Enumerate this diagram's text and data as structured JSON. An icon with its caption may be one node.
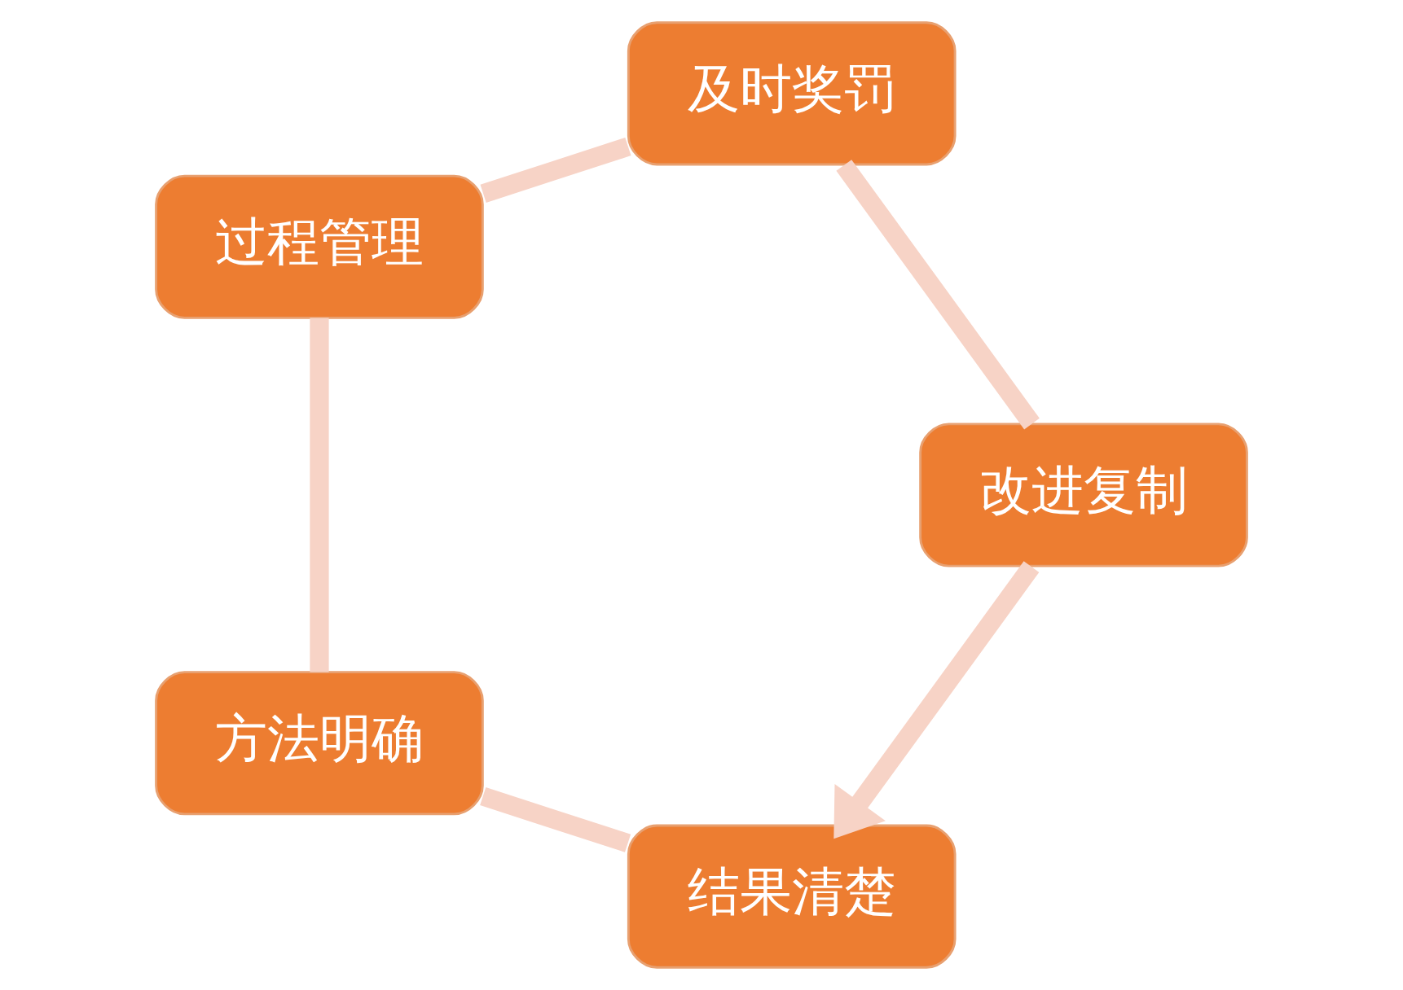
{
  "diagram": {
    "nodes": [
      {
        "text": [
          "结果清楚"
        ]
      },
      {
        "text": [
          "方法明确"
        ]
      },
      {
        "text": [
          "过程管理"
        ]
      },
      {
        "text": [
          "及时奖罚"
        ]
      },
      {
        "text": [
          "改进复制"
        ]
      }
    ],
    "edges": [
      {
        "from": 0,
        "to": 1,
        "arrow": "none"
      },
      {
        "from": 1,
        "to": 2,
        "arrow": "none"
      },
      {
        "from": 2,
        "to": 3,
        "arrow": "none"
      },
      {
        "from": 3,
        "to": 4,
        "arrow": "none"
      },
      {
        "from": 4,
        "to": 0,
        "arrow": "to"
      }
    ]
  }
}
